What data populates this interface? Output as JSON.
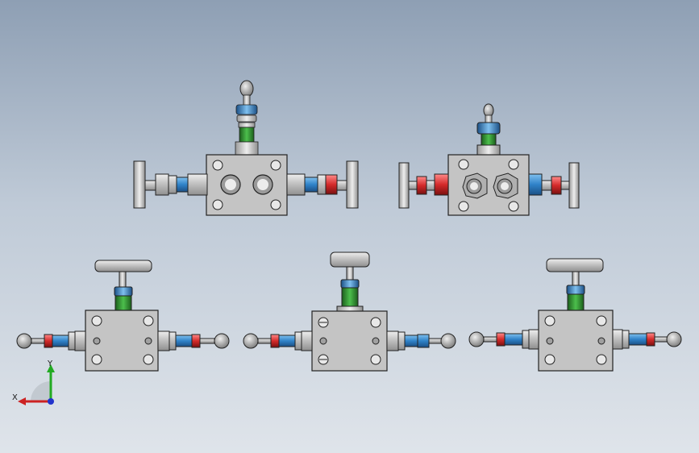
{
  "viewport": {
    "background_top": "#8e9fb4",
    "background_bottom": "#dfe4ea"
  },
  "model": {
    "title": "",
    "views": [
      "top-left",
      "top-right",
      "bottom-left",
      "bottom-center",
      "bottom-right"
    ]
  },
  "colors": {
    "steel": "#c8c8c8",
    "steel_dark": "#8a8a8a",
    "blue_fitting": "#2f82c8",
    "green_packing": "#2e8b2e",
    "red_nut": "#d42a2a",
    "outline": "#222222"
  },
  "triad": {
    "x_label": "X",
    "y_label": "Y",
    "x_color": "#cc2222",
    "y_color": "#22aa22",
    "z_color": "#2233cc"
  }
}
